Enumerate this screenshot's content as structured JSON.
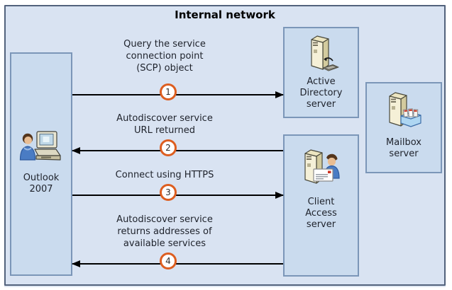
{
  "title": "Internal network",
  "nodes": {
    "outlook": {
      "label": "Outlook\n2007",
      "icon": "user-and-computer-icon"
    },
    "active_directory": {
      "label": "Active\nDirectory\nserver",
      "icon": "server-with-keyboard-icon"
    },
    "client_access": {
      "label": "Client\nAccess\nserver",
      "icon": "server-with-user-and-envelope-icon"
    },
    "mailbox": {
      "label": "Mailbox\nserver",
      "icon": "server-with-mail-crate-icon"
    }
  },
  "steps": [
    {
      "number": "1",
      "label": "Query the service\nconnection point\n(SCP) object",
      "direction": "right"
    },
    {
      "number": "2",
      "label": "Autodiscover service\nURL returned",
      "direction": "left"
    },
    {
      "number": "3",
      "label": "Connect using HTTPS",
      "direction": "right"
    },
    {
      "number": "4",
      "label": "Autodiscover service\nreturns addresses of\navailable services",
      "direction": "left"
    }
  ],
  "colors": {
    "panel_bg": "#d9e3f2",
    "node_bg": "#cadbee",
    "node_border": "#7b96b8",
    "panel_border": "#52627c",
    "badge_ring": "#dd5e20",
    "badge_bg": "#ffffff",
    "arrow": "#000000",
    "text": "#1e222b"
  }
}
